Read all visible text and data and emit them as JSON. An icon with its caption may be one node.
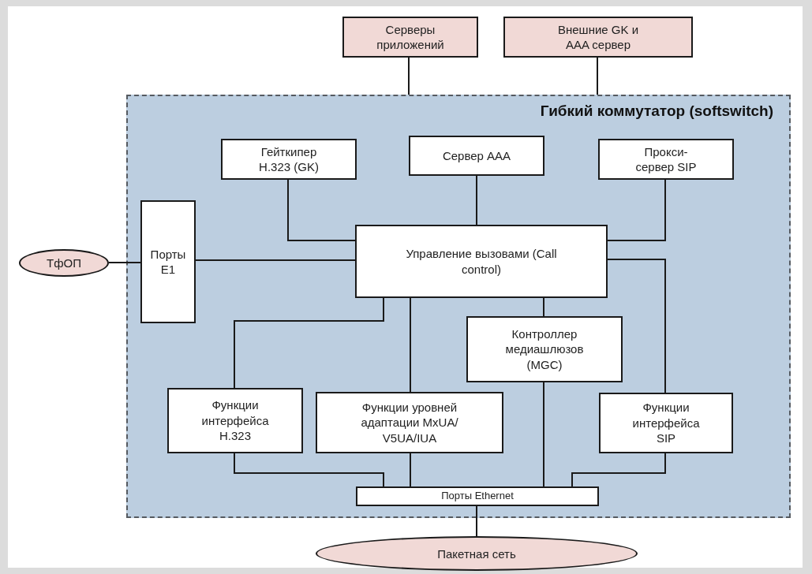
{
  "diagram": {
    "nodes": [
      {
        "text": [
          "Серверы приложений"
        ]
      },
      {
        "text": [
          "Внешние GK и AAA сервер"
        ]
      },
      {
        "text": [
          "Гибкий коммутатор (softswitch)"
        ]
      },
      {
        "text": [
          "Гейткипер H.323 (GK)"
        ],
        "in": 2
      },
      {
        "text": [
          "Сервер AAA"
        ],
        "in": 2
      },
      {
        "text": [
          "Прокси-сервер SIP"
        ],
        "in": 2
      },
      {
        "text": [
          "ТфОП"
        ]
      },
      {
        "text": [
          "Порты E1"
        ],
        "in": 2
      },
      {
        "text": [
          "Управление вызовами (Call control)"
        ],
        "in": 2
      },
      {
        "text": [
          "Контроллер медиашлюзов (MGC)"
        ],
        "in": 2
      },
      {
        "text": [
          "Функции интерфейса H.323"
        ],
        "in": 2
      },
      {
        "text": [
          "Функции уровней адаптации MxUA/ V5UA/IUA"
        ],
        "in": 2
      },
      {
        "text": [
          "Функции интерфейса SIP"
        ],
        "in": 2
      },
      {
        "text": [
          "Порты Ethernet"
        ],
        "in": 2
      },
      {
        "text": [
          "Пакетная сеть"
        ]
      }
    ],
    "edges": [
      {
        "from": 0,
        "to": 2,
        "arrow": "none"
      },
      {
        "from": 1,
        "to": 2,
        "arrow": "none"
      },
      {
        "from": 3,
        "to": 8,
        "arrow": "none"
      },
      {
        "from": 4,
        "to": 8,
        "arrow": "none"
      },
      {
        "from": 5,
        "to": 8,
        "arrow": "none"
      },
      {
        "from": 6,
        "to": 7,
        "arrow": "none"
      },
      {
        "from": 7,
        "to": 8,
        "arrow": "none"
      },
      {
        "from": 8,
        "to": 10,
        "arrow": "none"
      },
      {
        "from": 8,
        "to": 11,
        "arrow": "none"
      },
      {
        "from": 8,
        "to": 9,
        "arrow": "none"
      },
      {
        "from": 8,
        "to": 12,
        "arrow": "none"
      },
      {
        "from": 10,
        "to": 13,
        "arrow": "none"
      },
      {
        "from": 11,
        "to": 13,
        "arrow": "none"
      },
      {
        "from": 9,
        "to": 13,
        "arrow": "none"
      },
      {
        "from": 12,
        "to": 13,
        "arrow": "none"
      },
      {
        "from": 13,
        "to": 14,
        "arrow": "none"
      }
    ]
  }
}
